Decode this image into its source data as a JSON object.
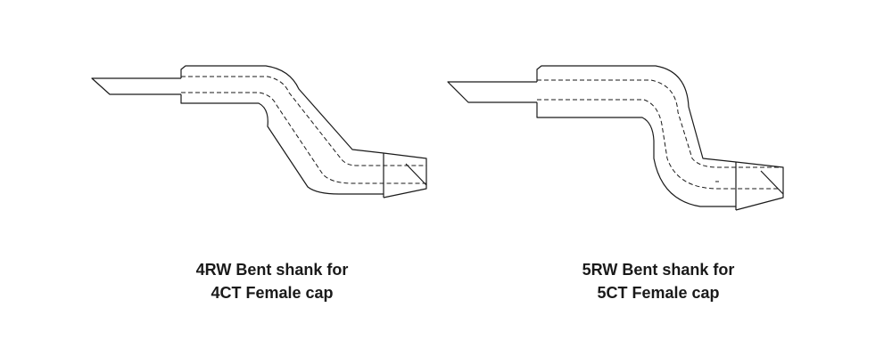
{
  "figures": [
    {
      "caption_line1": "4RW Bent shank for",
      "caption_line2": "4CT Female cap"
    },
    {
      "caption_line1": "5RW Bent shank for",
      "caption_line2": "5CT Female cap"
    }
  ],
  "colors": {
    "line": "#1a1a1a",
    "background": "#ffffff"
  }
}
